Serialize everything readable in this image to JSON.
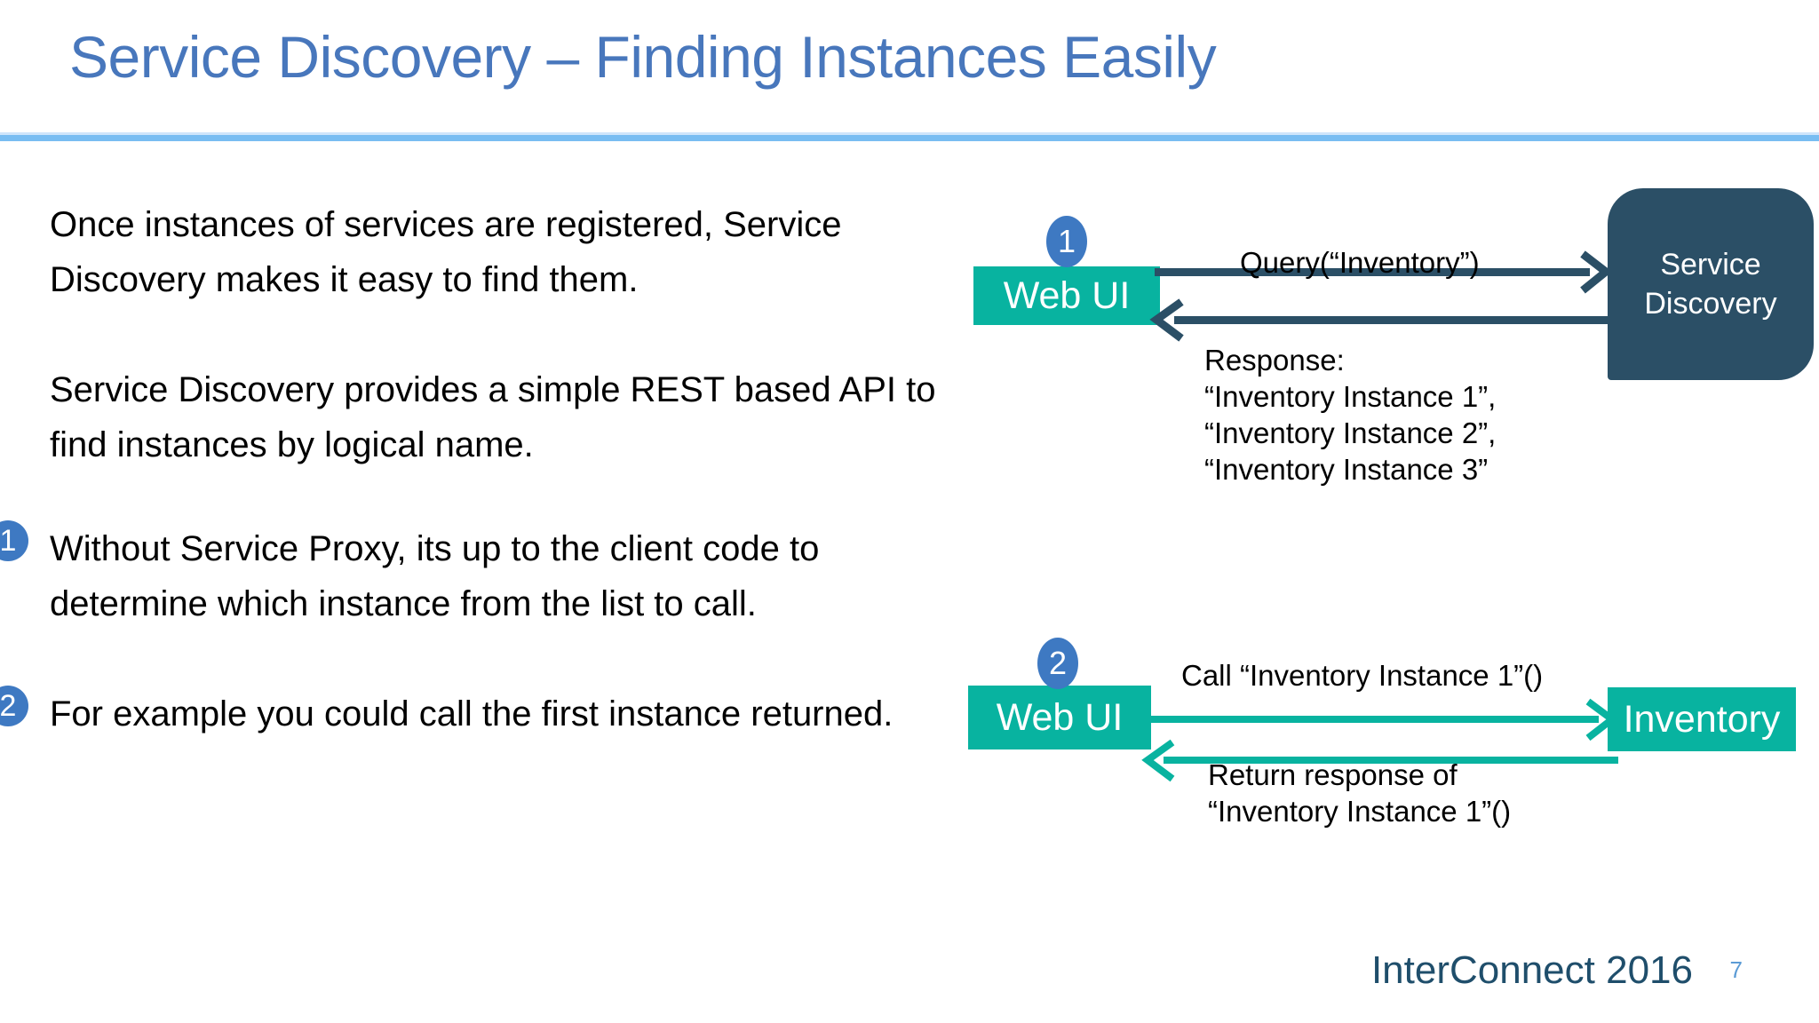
{
  "slide": {
    "title": "Service Discovery – Finding Instances Easily",
    "accent_rule_color": "#79BDF2",
    "title_color": "#4877BC"
  },
  "body": {
    "paragraphs": [
      "Once instances of services are registered,\nService Discovery makes it easy to find them.",
      "Service Discovery provides a simple REST based\nAPI to find instances by logical name."
    ],
    "numbered_items": [
      {
        "number": "1",
        "text": "Without Service Proxy, its up to the client code to determine which instance from the list to call."
      },
      {
        "number": "2",
        "text": "For example you could call the first instance returned."
      }
    ],
    "badge_color": "#3E79C2"
  },
  "diagram_one": {
    "step_number": "1",
    "client_label": "Web UI",
    "server_label": "Service\nDiscovery",
    "request_label": "Query(“Inventory”)",
    "response_label": "Response:\n“Inventory Instance 1”,\n“Inventory Instance 2”,\n“Inventory Instance 3”",
    "client_color": "#08B3A0",
    "server_color": "#2B4F66",
    "arrow_color": "#2B4F66"
  },
  "diagram_two": {
    "step_number": "2",
    "client_label": "Web UI",
    "server_label": "Inventory",
    "request_label": "Call “Inventory Instance 1”()",
    "response_label": "Return response of\n “Inventory Instance 1”()",
    "client_color": "#08B3A0",
    "server_color": "#08B3A0",
    "arrow_color": "#08B3A0"
  },
  "footer": {
    "brand": "InterConnect 2016",
    "page_number": "7",
    "brand_color": "#1F4E6B",
    "page_color": "#5B9BD5"
  }
}
